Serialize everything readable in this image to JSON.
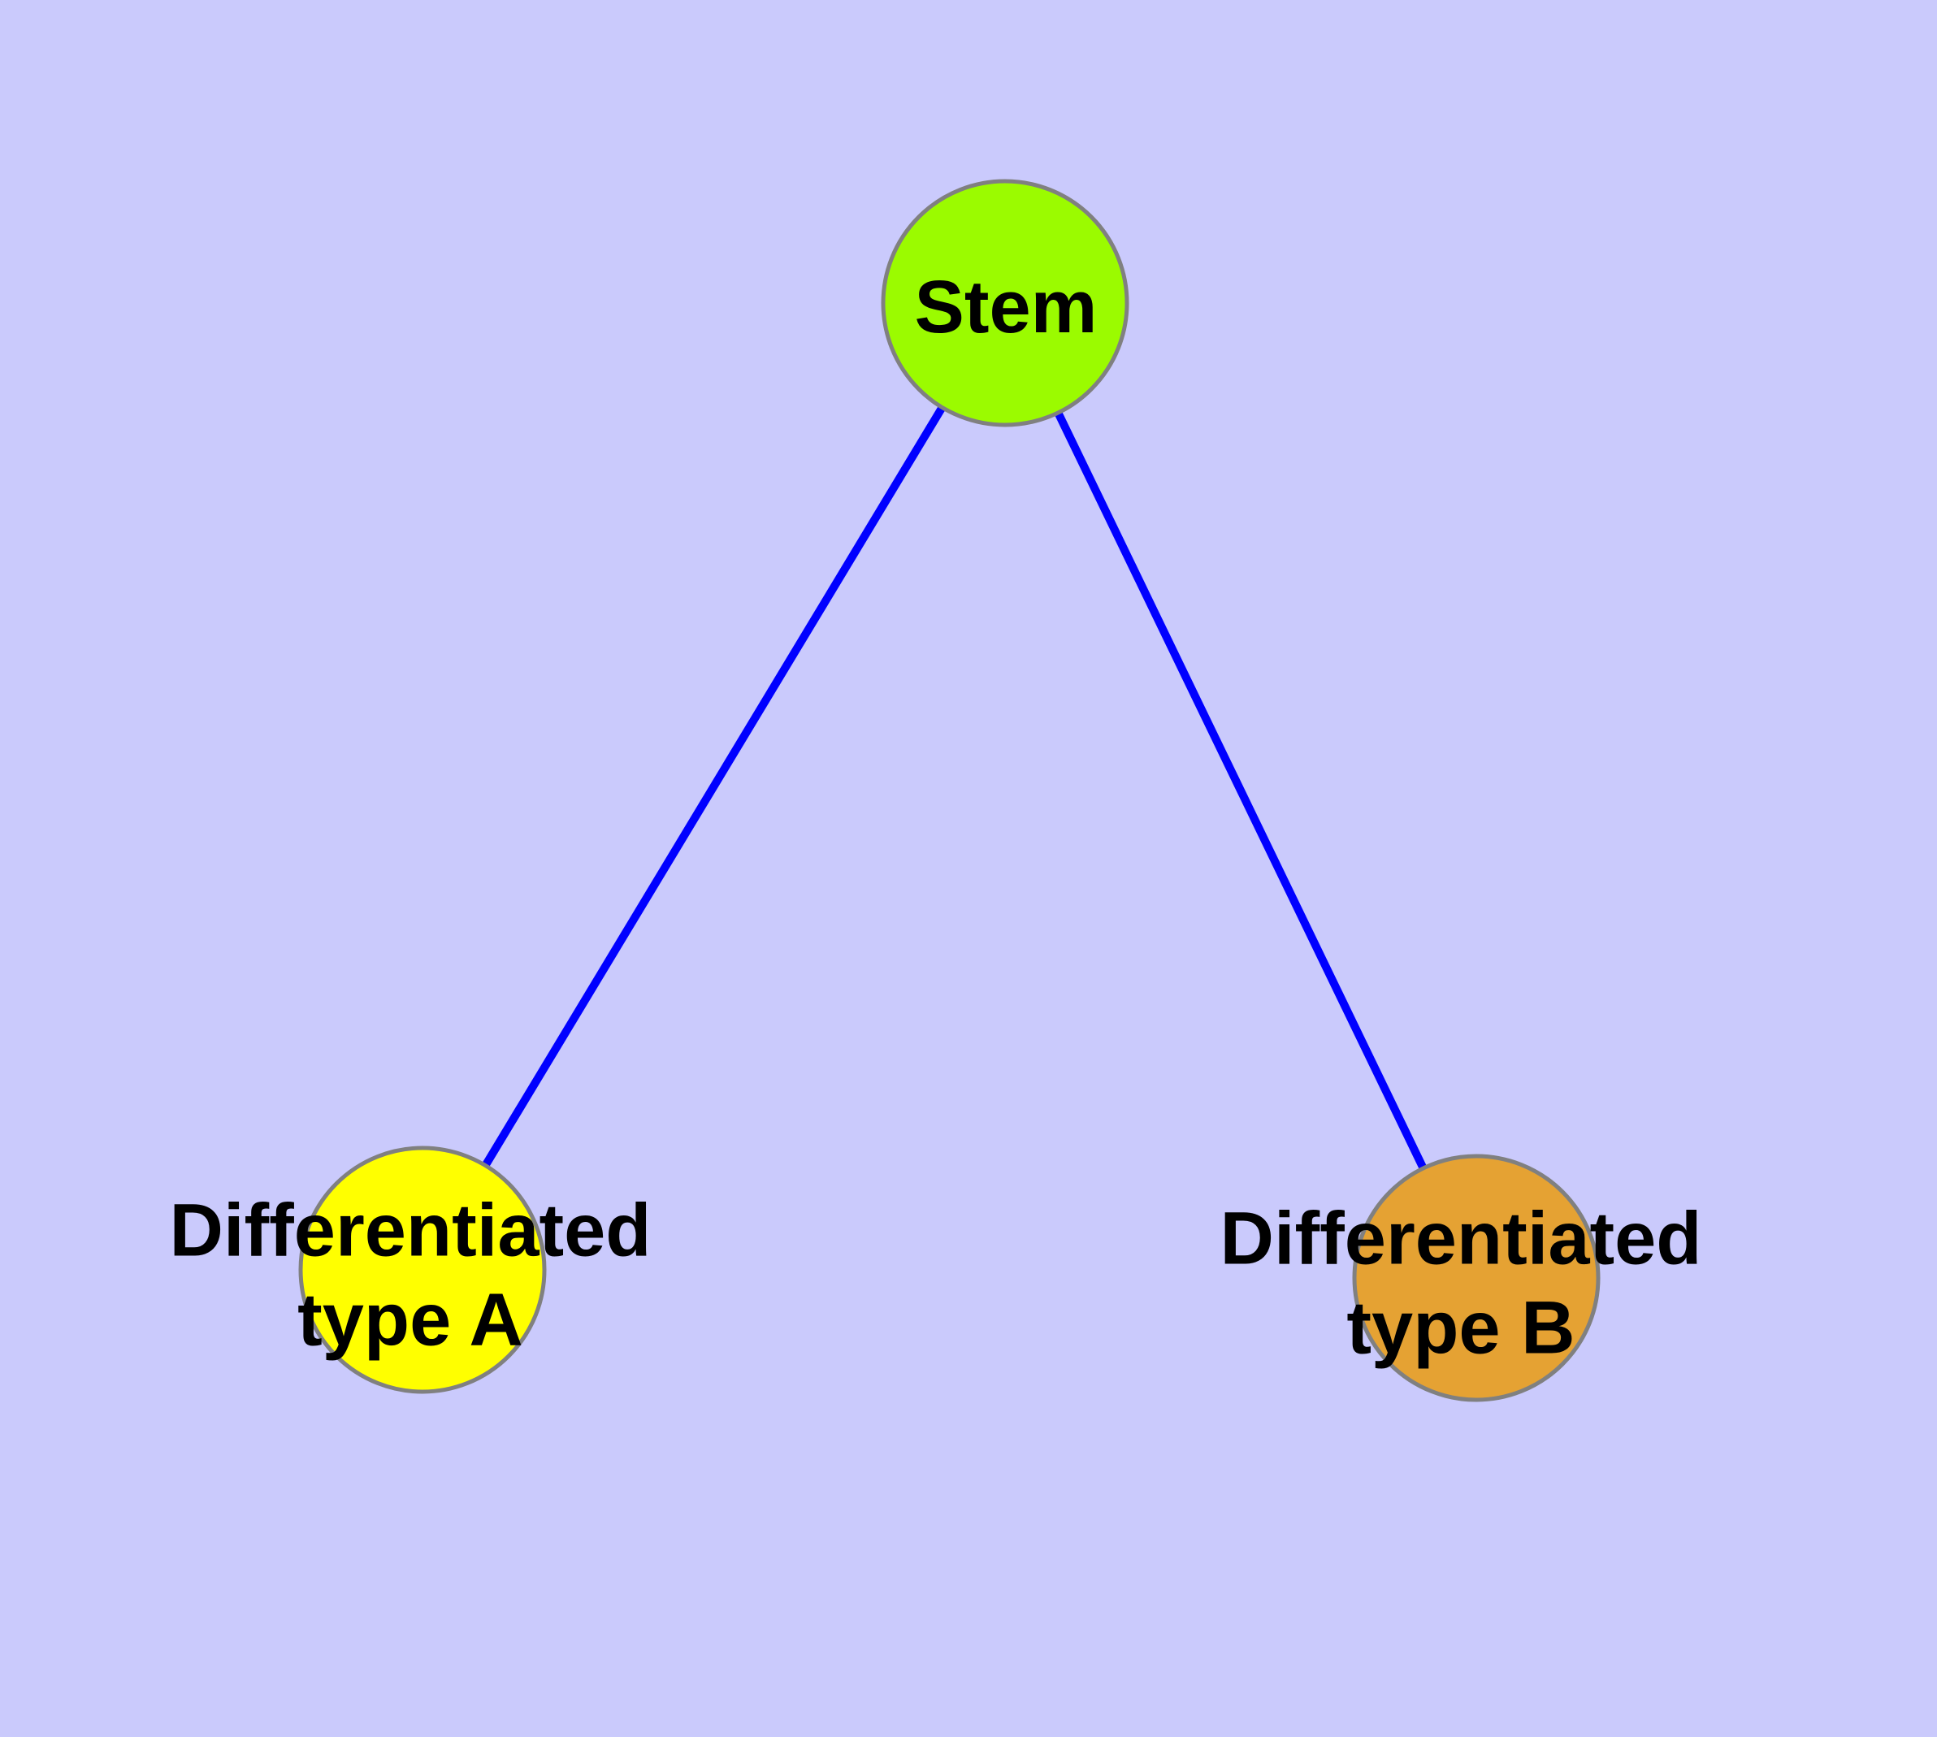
{
  "diagram": {
    "type": "node-link-graph",
    "background_color": "#CACAFC",
    "edge_color": "#0000FF",
    "node_border_color": "#808080",
    "label_color": "#000000",
    "nodes": [
      {
        "id": "stem",
        "label": "Stem",
        "fill": "#9BFB00"
      },
      {
        "id": "type-a",
        "label": "Differentiated\ntype A",
        "fill": "#FFFF00"
      },
      {
        "id": "type-b",
        "label": "Differentiated\ntype B",
        "fill": "#E5A233"
      }
    ],
    "edges": [
      {
        "from": "Stem",
        "to": "Differentiated type A"
      },
      {
        "from": "Stem",
        "to": "Differentiated type B"
      }
    ]
  }
}
